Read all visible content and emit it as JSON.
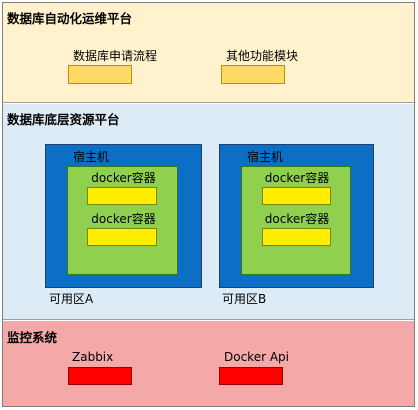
{
  "colors": {
    "automation_bg": "#fff2cc",
    "resource_bg": "#ddebf7",
    "monitor_bg": "#f4a8a8",
    "host_blue": "#0b6fc6",
    "container_green": "#8fd14f",
    "slot_yellow": "#ffee00",
    "module_yellow": "#ffd966",
    "alert_red": "#ff0000"
  },
  "automation": {
    "title": "数据库自动化运维平台",
    "modules": [
      {
        "label": "数据库申请流程"
      },
      {
        "label": "其他功能模块"
      }
    ]
  },
  "resource": {
    "title": "数据库底层资源平台",
    "zones": [
      {
        "label": "可用区A",
        "host_label": "宿主机",
        "containers": [
          {
            "label": "docker容器"
          },
          {
            "label": "docker容器"
          }
        ]
      },
      {
        "label": "可用区B",
        "host_label": "宿主机",
        "containers": [
          {
            "label": "docker容器"
          },
          {
            "label": "docker容器"
          }
        ]
      }
    ]
  },
  "monitor": {
    "title": "监控系统",
    "items": [
      {
        "label": "Zabbix"
      },
      {
        "label": "Docker Api"
      }
    ]
  }
}
